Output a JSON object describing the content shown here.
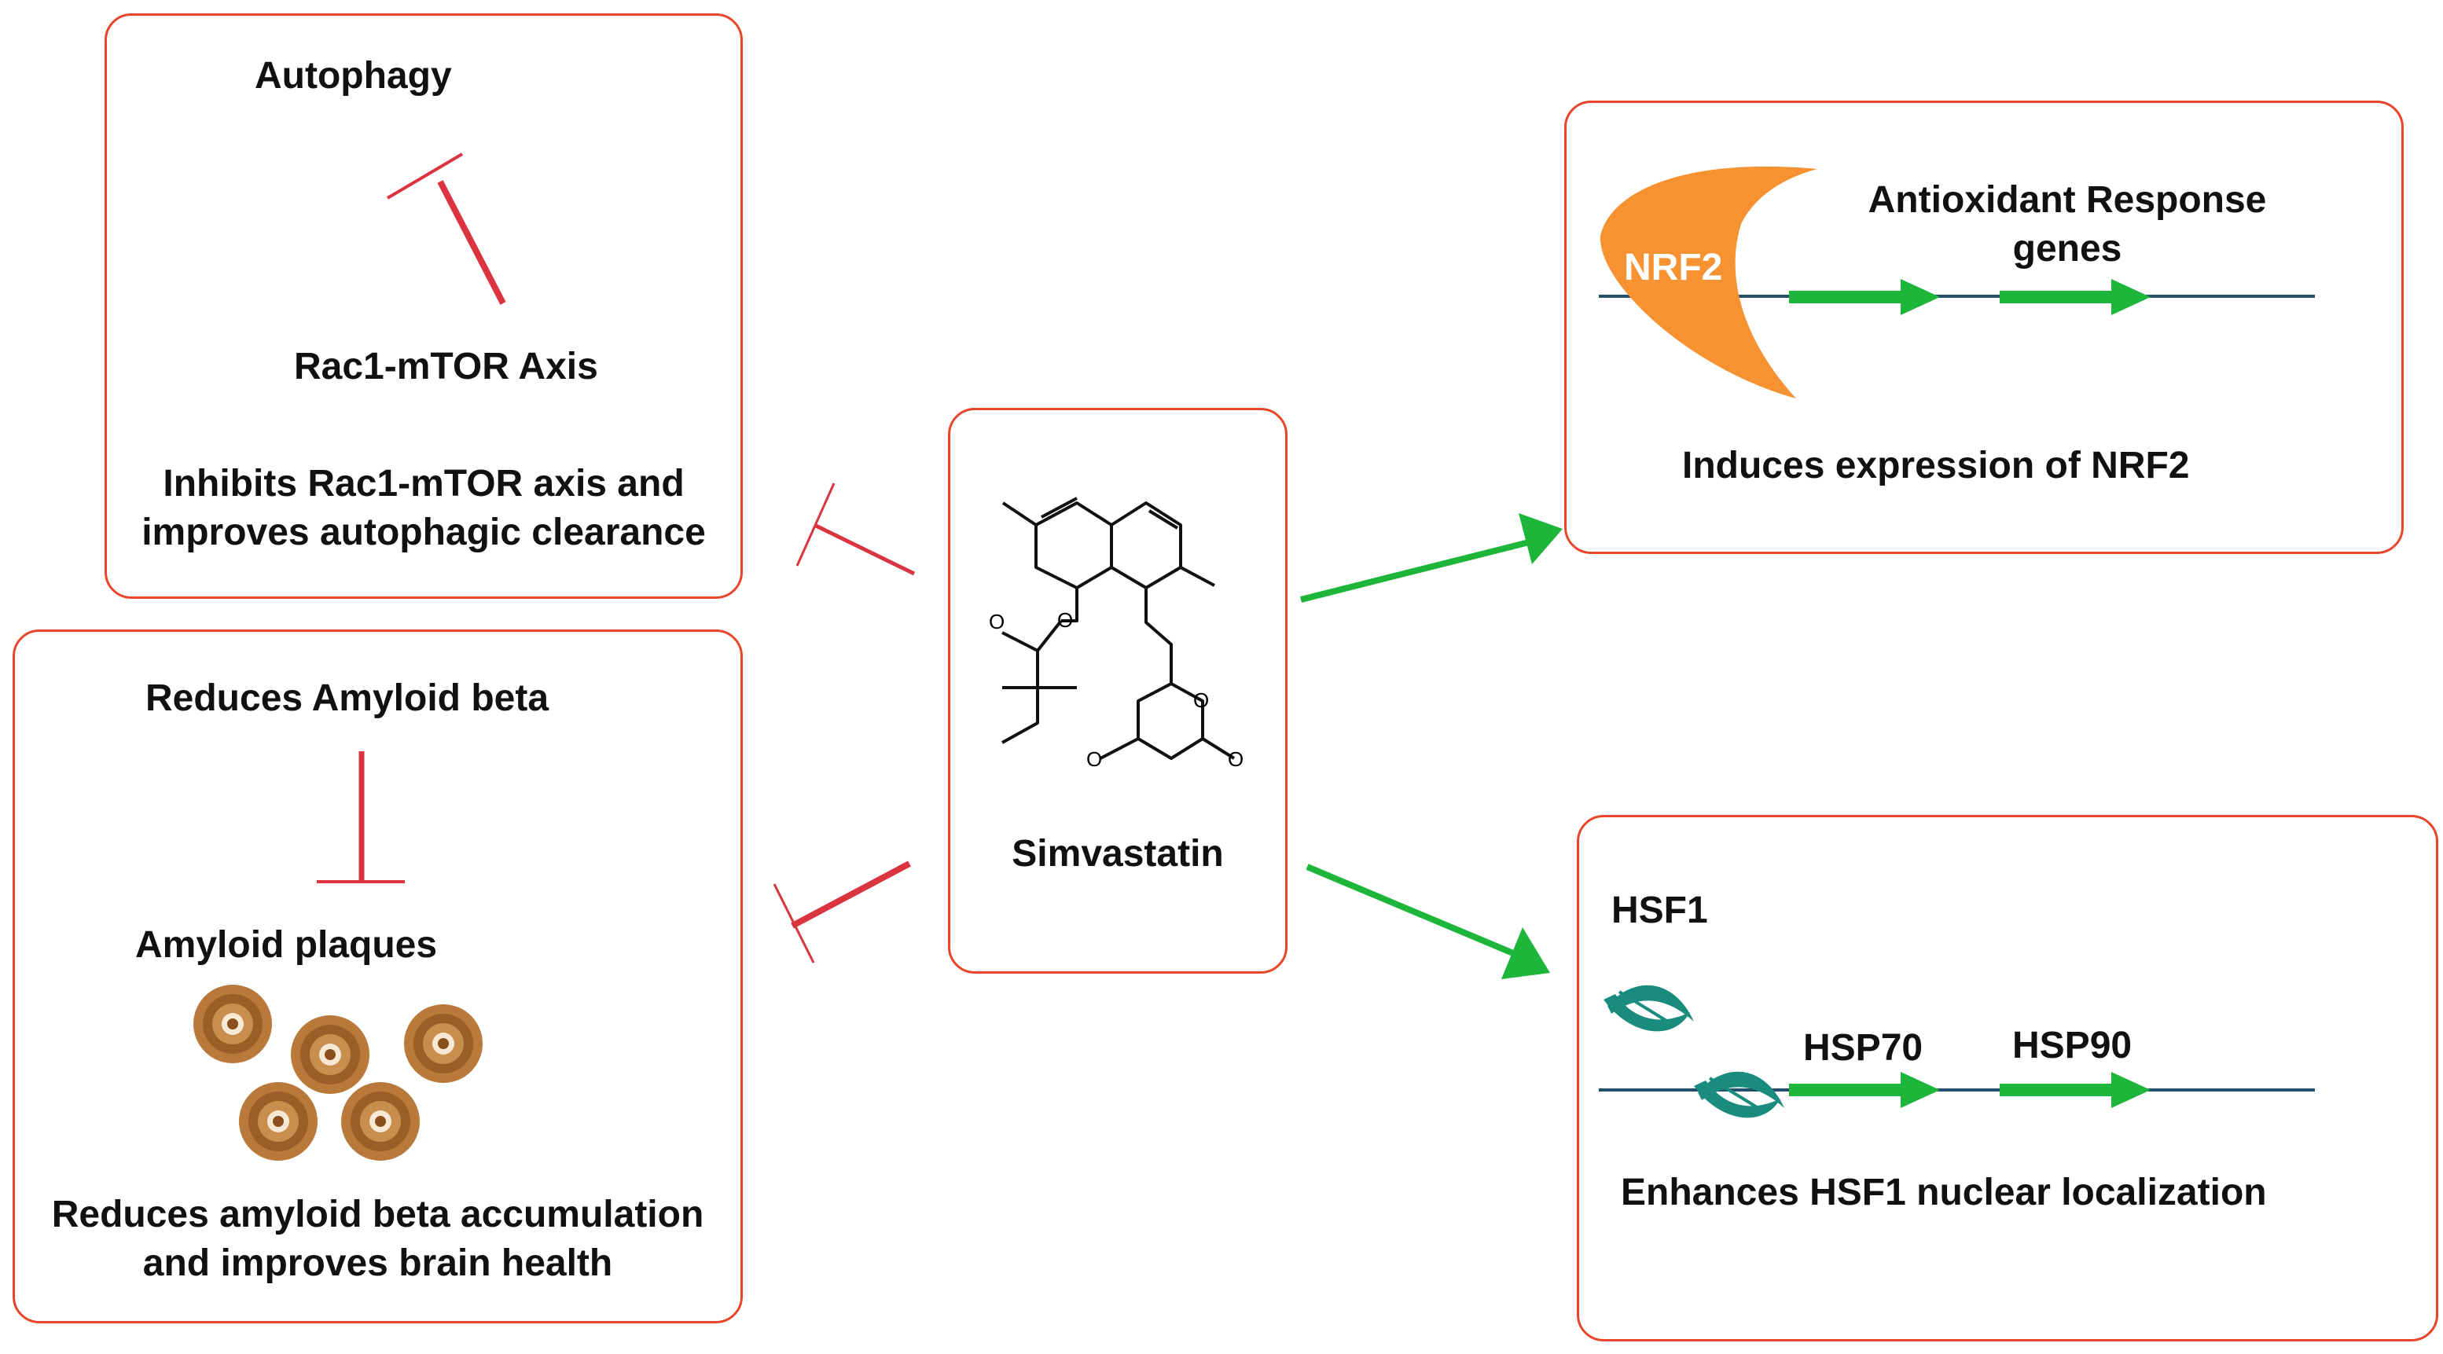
{
  "autophagy_panel": {
    "title": "Autophagy",
    "axis_label": "Rac1-mTOR Axis",
    "description_line1": "Inhibits Rac1-mTOR axis and",
    "description_line2": "improves autophagic clearance"
  },
  "amyloid_panel": {
    "title": "Reduces Amyloid beta",
    "plaques_label": "Amyloid plaques",
    "description_line1": "Reduces amyloid beta accumulation",
    "description_line2": "and improves brain health"
  },
  "simvastatin_panel": {
    "drug_name": "Simvastatin",
    "atom_labels": [
      "O",
      "O",
      "O",
      "O",
      "O"
    ]
  },
  "nrf2_panel": {
    "protein_label": "NRF2",
    "genes_line1": "Antioxidant Response",
    "genes_line2": "genes",
    "description": "Induces expression of NRF2"
  },
  "hsf1_panel": {
    "protein_label": "HSF1",
    "gene1": "HSP70",
    "gene2": "HSP90",
    "description": "Enhances HSF1 nuclear localization"
  },
  "colors": {
    "border": "#e8462b",
    "inhibition": "#d9343f",
    "activation": "#1db53a",
    "nrf2": "#f79233",
    "hsf1": "#1a8c7e",
    "dna": "#24506b",
    "plaque": "#a86a2a"
  }
}
